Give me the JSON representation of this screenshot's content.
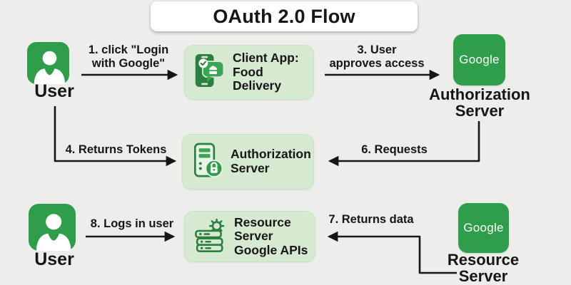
{
  "title": "OAuth 2.0 Flow",
  "colors": {
    "brand_green": "#2f9e4a",
    "box_fill_green": "#d6ead1",
    "icon_dark_green": "#2b7f3f",
    "icon_mid_green": "#3aa552",
    "background": "#edeeeb",
    "connector": "#161616"
  },
  "nodes": {
    "user_top": {
      "label": "User",
      "icon": "user-icon"
    },
    "client_app": {
      "line1": "Client App:",
      "line2": "Food",
      "line3": "Delivery",
      "icon": "phone-food-app-icon"
    },
    "google_auth": {
      "brand": "Google",
      "line1": "Authorization",
      "line2": "Server"
    },
    "auth_server": {
      "line1": "Authorization",
      "line2": "Server",
      "icon": "server-lock-icon"
    },
    "user_bottom": {
      "label": "User",
      "icon": "user-icon"
    },
    "resource_server": {
      "line1": "Resource",
      "line2": "Server",
      "line3": "Google APIs",
      "icon": "server-gear-icon"
    },
    "google_resource": {
      "brand": "Google",
      "line1": "Resource",
      "line2": "Server"
    }
  },
  "edges": {
    "step1": {
      "line1": "1. click \"Login",
      "line2": "with Google\""
    },
    "step3": {
      "line1": "3. User",
      "line2": "approves access"
    },
    "step4": {
      "label": "4. Returns Tokens"
    },
    "step6": {
      "label": "6. Requests"
    },
    "step7": {
      "label": "7. Returns data"
    },
    "step8": {
      "label": "8. Logs in user"
    }
  }
}
